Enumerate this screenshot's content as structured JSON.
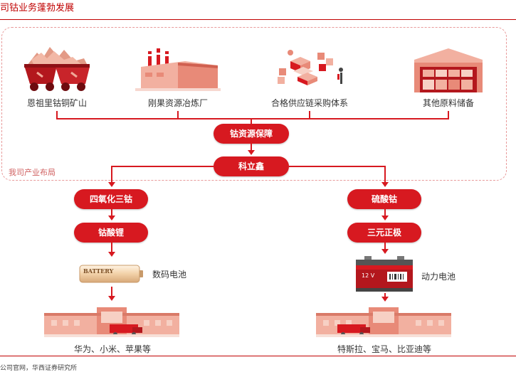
{
  "title": "司钴业务蓬勃发展",
  "area_label": "我司产业布局",
  "sources": [
    {
      "label": "恩祖里钴铜矿山",
      "icon": "mine-cart-icon"
    },
    {
      "label": "刚果资源冶炼厂",
      "icon": "factory-icon"
    },
    {
      "label": "合格供应链采购体系",
      "icon": "supply-chain-icon"
    },
    {
      "label": "其他原料储备",
      "icon": "warehouse-icon"
    }
  ],
  "center_nodes": [
    "钴资源保障",
    "科立鑫"
  ],
  "left_branch": {
    "nodes": [
      "四氧化三钴",
      "钴酸锂"
    ],
    "product": "数码电池",
    "battery_text": "BATTERY",
    "customers": "华为、小米、苹果等"
  },
  "right_branch": {
    "nodes": [
      "硫酸钴",
      "三元正极"
    ],
    "product": "动力电池",
    "battery_text": "12 V",
    "customers": "特斯拉、宝马、比亚迪等"
  },
  "footer": "公司官网，华西证券研究所",
  "colors": {
    "accent": "#d71920",
    "title": "#c00000"
  }
}
